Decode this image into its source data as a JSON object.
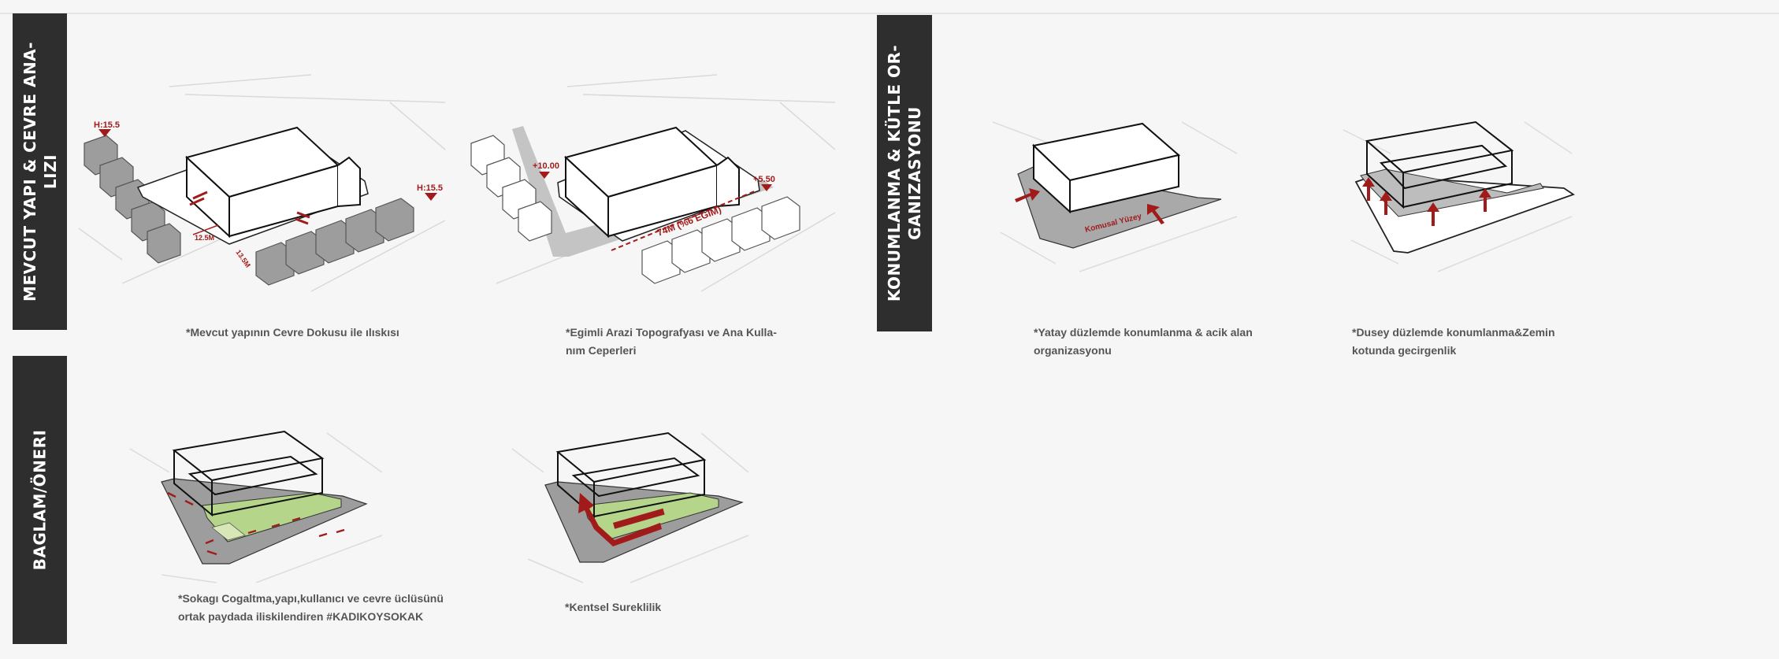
{
  "sections": {
    "existing": {
      "title_lines": [
        "MEVCUT YAPI & CEVRE ANA-",
        "LIZI"
      ]
    },
    "placement": {
      "title_lines": [
        "KONUMLANMA & KÜTLE OR-",
        "GANIZASYONU"
      ]
    },
    "context": {
      "title_lines": [
        "BAGLAM/ÖNERI"
      ]
    }
  },
  "captions": {
    "c1": [
      "*Mevcut yapının Cevre Dokusu ile ılıskısı"
    ],
    "c2": [
      "*Egimli Arazi Topografyası ve Ana Kulla-",
      "nım Ceperleri"
    ],
    "c3": [
      "*Yatay düzlemde konumlanma & acik alan",
      "organizasyonu"
    ],
    "c4": [
      "*Dusey düzlemde konumlanma&Zemin",
      "kotunda gecirgenlik"
    ],
    "c5": [
      "*Sokagı Cogaltma,yapı,kullanıcı ve cevre üclüsünü",
      "ortak paydada iliskilendiren #KADIKOYSOKAK"
    ],
    "c6": [
      "*Kentsel Sureklilik"
    ]
  },
  "labels": {
    "h_left": "H:15.5",
    "h_right": "H:15.5",
    "dim_a": "12.5M",
    "dim_b": "13.5M",
    "level_low": "+10.00",
    "level_high": "+5.50",
    "slope": "74M (%6 EGIM)",
    "public_surface": "Komusal Yüzey"
  },
  "colors": {
    "accent": "#a11b1b",
    "band": "#2e2e2e",
    "green": "#b5d58b",
    "gray": "#9d9d9d"
  }
}
